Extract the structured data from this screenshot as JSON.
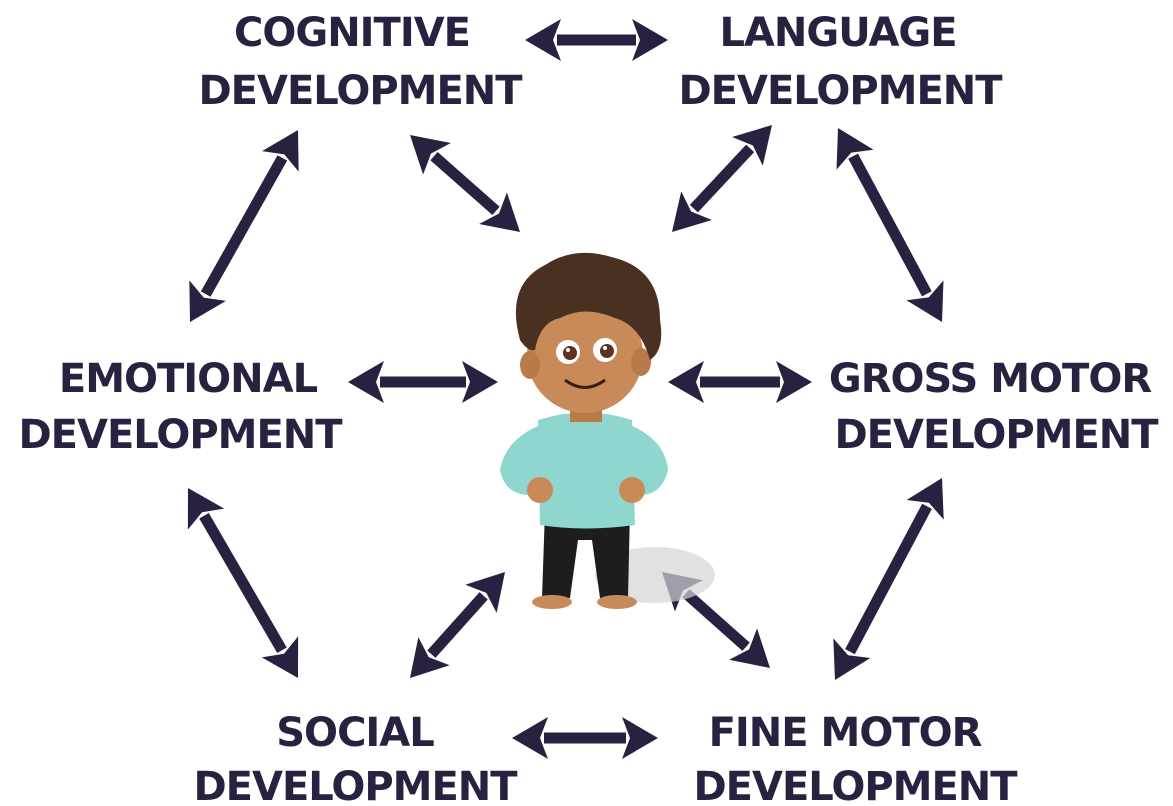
{
  "colors": {
    "ink": "#2a2040",
    "skin": "#c98a5a",
    "hair": "#4a3020",
    "shirt": "#8fd6cf",
    "pants": "#1d1d1d"
  },
  "nodes": {
    "cognitive": {
      "line1": "COGNITIVE",
      "line2": "DEVELOPMENT"
    },
    "language": {
      "line1": "LANGUAGE",
      "line2": "DEVELOPMENT"
    },
    "emotional": {
      "line1": "EMOTIONAL",
      "line2": "DEVELOPMENT"
    },
    "gross_motor": {
      "line1": "GROSS MOTOR",
      "line2": "DEVELOPMENT"
    },
    "social": {
      "line1": "SOCIAL",
      "line2": "DEVELOPMENT"
    },
    "fine_motor": {
      "line1": "FINE MOTOR",
      "line2": "DEVELOPMENT"
    }
  },
  "center": {
    "figure": "child"
  },
  "connections": [
    [
      "cognitive",
      "language"
    ],
    [
      "cognitive",
      "emotional"
    ],
    [
      "cognitive",
      "child"
    ],
    [
      "language",
      "child"
    ],
    [
      "language",
      "gross_motor"
    ],
    [
      "emotional",
      "child"
    ],
    [
      "gross_motor",
      "child"
    ],
    [
      "emotional",
      "social"
    ],
    [
      "social",
      "child"
    ],
    [
      "fine_motor",
      "child"
    ],
    [
      "gross_motor",
      "fine_motor"
    ],
    [
      "social",
      "fine_motor"
    ]
  ]
}
